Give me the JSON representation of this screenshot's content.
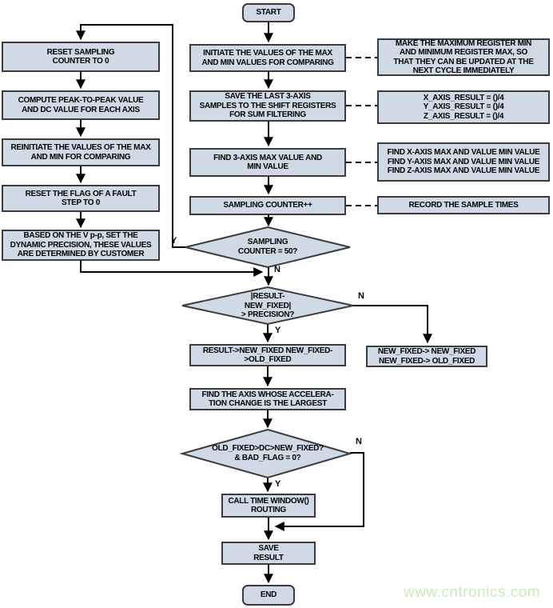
{
  "title": "fault step detection flowchart",
  "colors": {
    "node_fill": "#cfdae6",
    "node_border": "#3c3c3c",
    "connector": "#000000",
    "text": "#000000",
    "watermark_green": "#cdeabc",
    "background": "#ffffff"
  },
  "nodes": {
    "start": "START",
    "init_max_min": "INITIATE THE VALUES OF THE MAX\nAND MIN VALUES FOR COMPARING",
    "save_samples": "SAVE THE LAST 3-AXIS\nSAMPLES TO THE SHIFT REGISTERS\nFOR SUM FILTERING",
    "find_max_min": "FIND 3-AXIS MAX VALUE AND\nMIN VALUE",
    "sampling_inc": "SAMPLING COUNTER++",
    "decision_counter": "SAMPLING\nCOUNTER = 50?",
    "reset_counter": "RESET SAMPLING\nCOUNTER TO 0",
    "compute_pp": "COMPUTE PEAK-TO-PEAK VALUE\nAND DC VALUE FOR EACH AXIS",
    "reinitiate": "REINITIATE THE VALUES OF THE MAX\nAND MIN FOR COMPARING",
    "reset_flag": "RESET THE FLAG OF A FAULT\nSTEP TO 0",
    "based_on": "BASED ON THE V p-p, SET THE\nDYNAMIC PRECISION, THESE VALUES\nARE DETERMINED BY CUSTOMER",
    "decision_precision": "|RESULT-\nNEW_FIXED|\n> PRECISION?",
    "result_to_fixed": "RESULT->NEW_FIXED NEW_FIXED-\n>OLD_FIXED",
    "new_fixed": "NEW_FIXED-> NEW_FIXED\nNEW_FIXED-> OLD_FIXED",
    "find_axis": "FIND THE AXIS WHOSE ACCELERA-\nTION CHANGE IS THE LARGEST",
    "decision_fixed": "OLD_FIXED>DC>NEW_FIXED?\n& BAD_FLAG = 0?",
    "call_time_window": "CALL TIME WINDOW()\nROUTING",
    "save_result": "SAVE\nRESULT",
    "end": "END",
    "note_make_max": "MAKE THE MAXIMUM REGISTER MIN\nAND MINIMUM REGISTER MAX, SO\nTHAT THEY CAN BE UPDATED AT THE\nNEXT CYCLE IMMEDIATELY",
    "note_axis_result": "X_AXIS_RESULT = ()/4\nY_AXIS_RESULT = ()/4\nZ_AXIS_RESULT = ()/4",
    "note_find_axis": "FIND X-AXIS MAX AND VALUE MIN VALUE\nFIND Y-AXIS MAX AND VALUE MIN VALUE\nFIND Z-AXIS MAX AND VALUE MIN VALUE",
    "note_record": "RECORD THE SAMPLE TIMES"
  },
  "branches": {
    "counter_yes": "Y",
    "counter_no": "N",
    "precision_yes": "Y",
    "precision_no": "N",
    "fixed_yes": "Y",
    "fixed_no": "N"
  },
  "watermark": "www.cntronics.com"
}
